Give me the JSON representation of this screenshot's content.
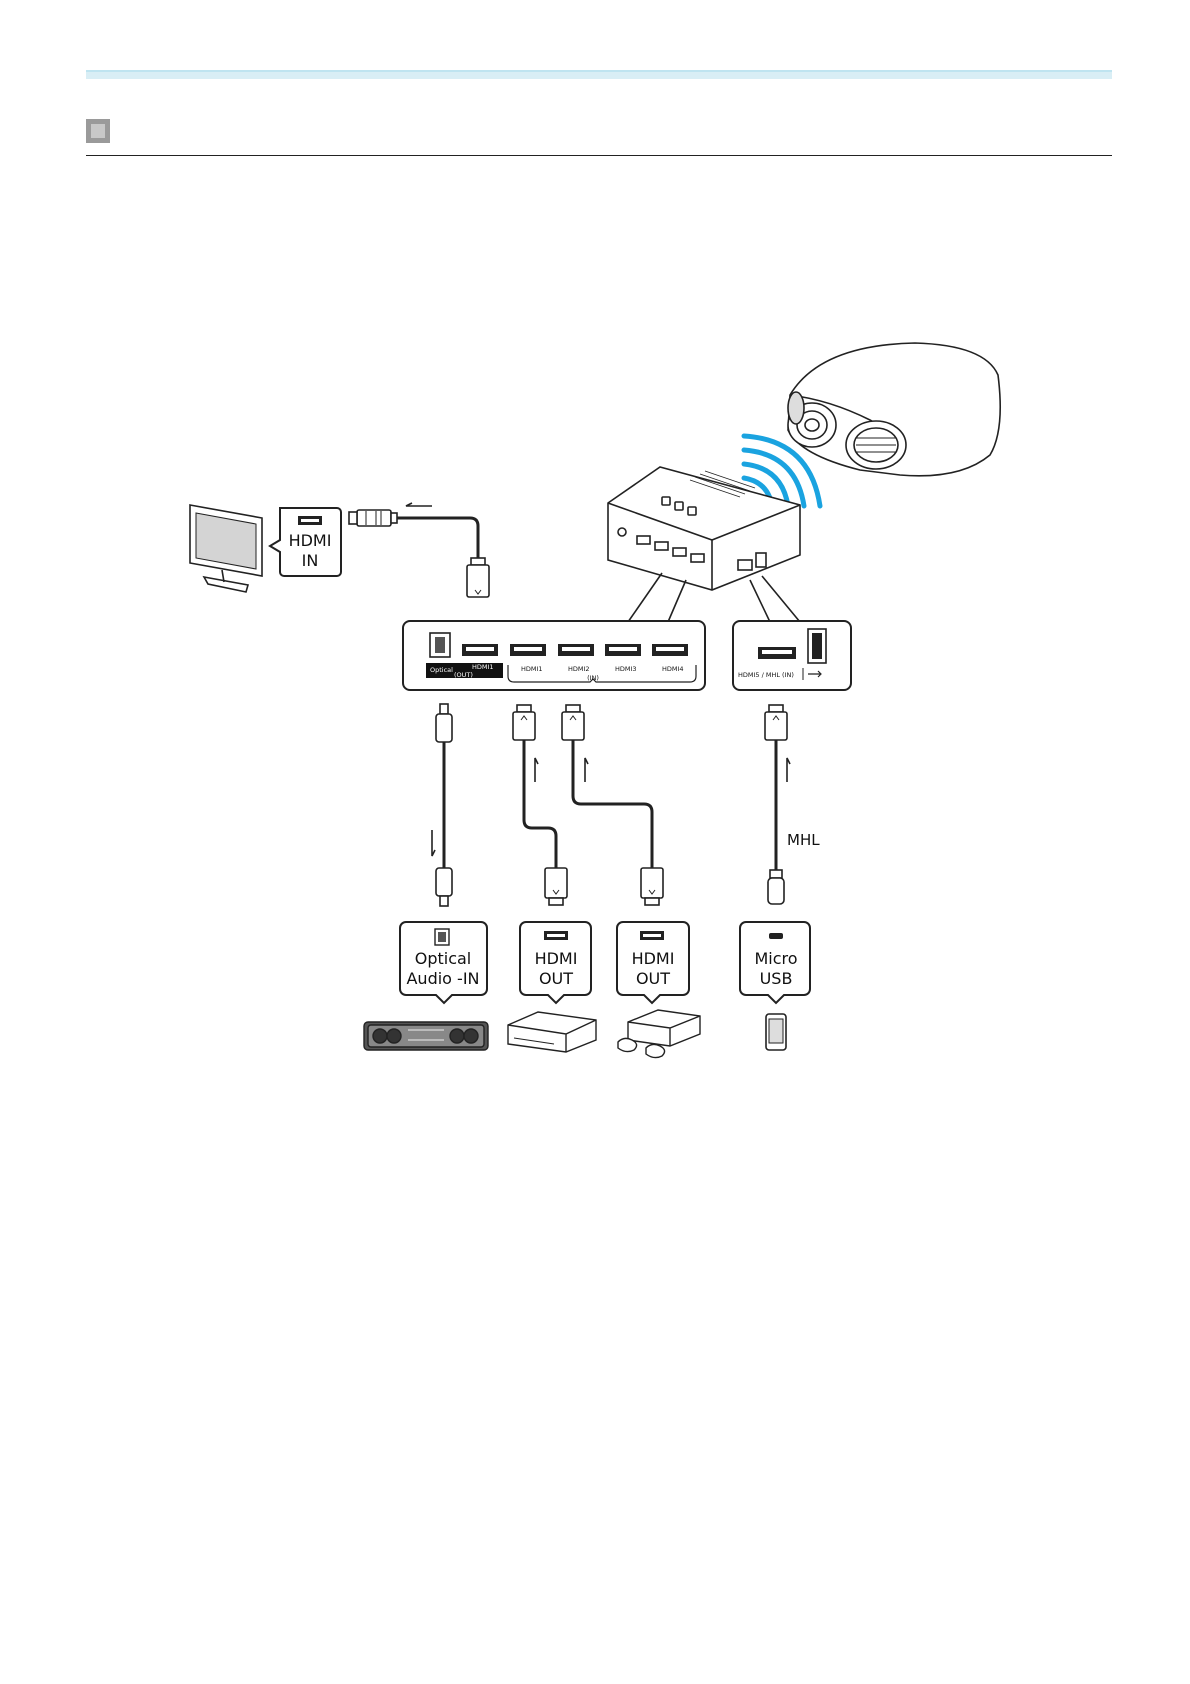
{
  "tv": {
    "port_label_1": "HDMI",
    "port_label_2": "IN"
  },
  "receiver_panel": {
    "optical": "Optical",
    "hdmi_out_1": "HDMI1",
    "hdmi_out_2": "(OUT)",
    "hdmi_in": [
      "HDMI1",
      "HDMI2",
      "HDMI3",
      "HDMI4"
    ],
    "in_label": "(IN)"
  },
  "side_panel": {
    "hdmi5": "HDMI5 / MHL (IN)"
  },
  "cables": {
    "mhl": "MHL"
  },
  "devices": [
    {
      "line1": "Optical",
      "line2": "Audio -IN"
    },
    {
      "line1": "HDMI",
      "line2": "OUT"
    },
    {
      "line1": "HDMI",
      "line2": "OUT"
    },
    {
      "line1": "Micro",
      "line2": "USB"
    }
  ],
  "colors": {
    "wifi": "#1aa3e0",
    "accent": "#d9eef5"
  }
}
